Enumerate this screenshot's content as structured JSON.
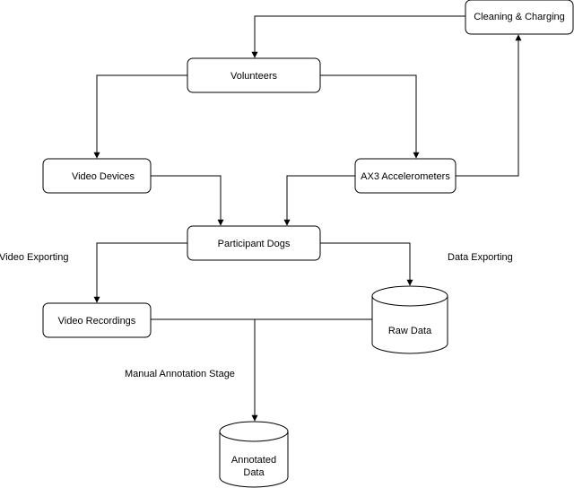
{
  "nodes": {
    "cleaning_charging": "Cleaning & Charging",
    "volunteers": "Volunteers",
    "video_devices": "Video Devices",
    "ax3_accelerometers": "AX3 Accelerometers",
    "participant_dogs": "Participant Dogs",
    "video_recordings": "Video Recordings",
    "raw_data": "Raw Data",
    "annotated_data_line1": "Annotated",
    "annotated_data_line2": "Data"
  },
  "labels": {
    "video_exporting": "Video Exporting",
    "data_exporting": "Data Exporting",
    "manual_annotation_stage": "Manual Annotation Stage"
  }
}
